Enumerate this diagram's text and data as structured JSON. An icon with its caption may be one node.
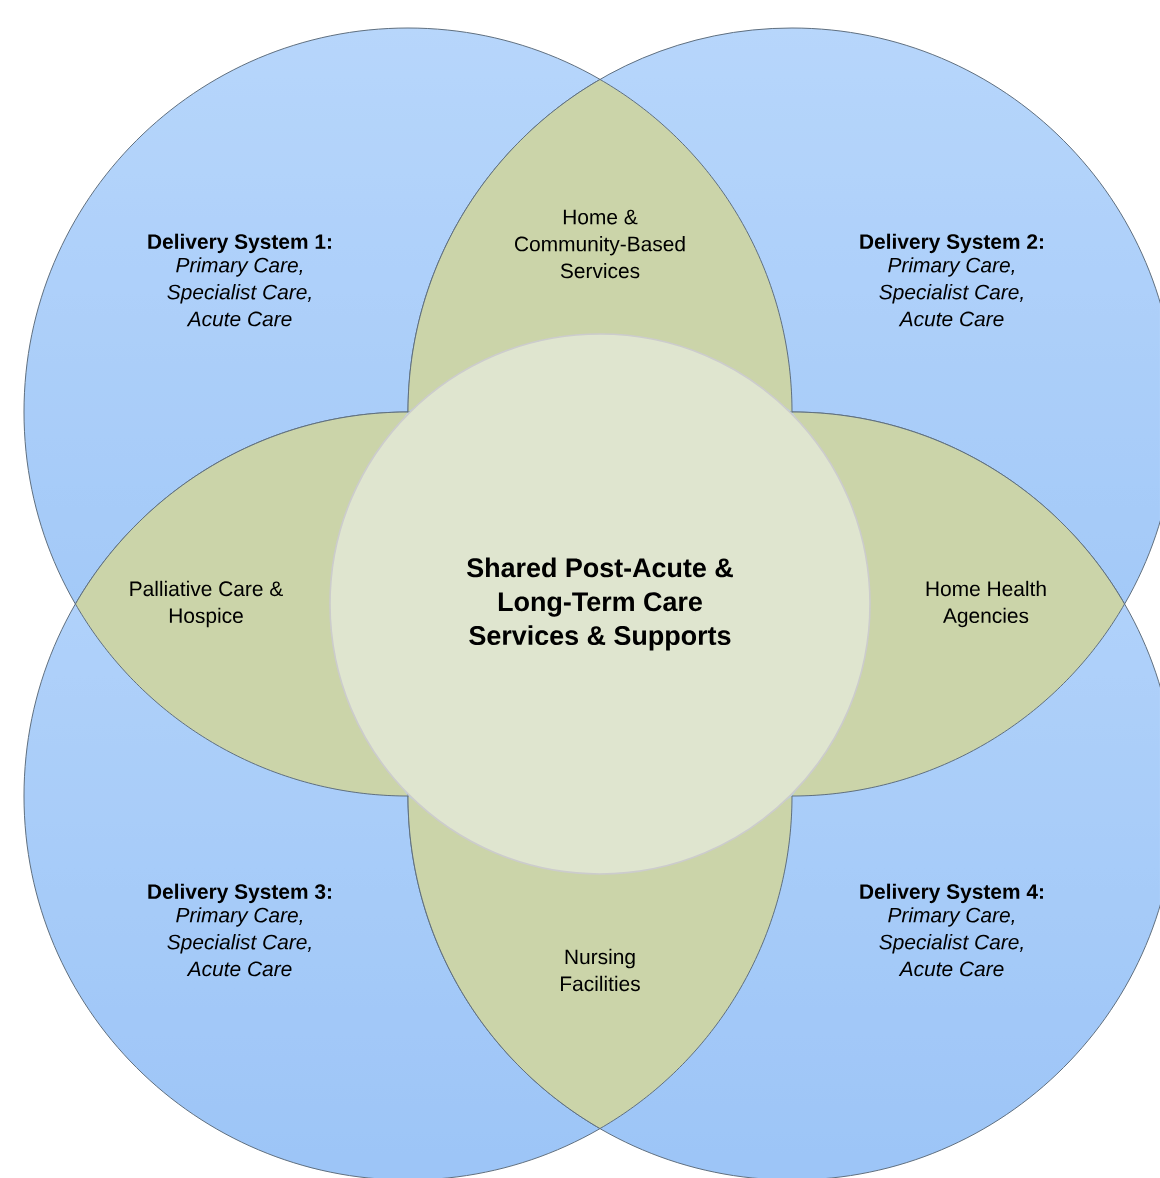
{
  "diagram": {
    "nodes": [
      {
        "text": [
          "Delivery System 1:",
          "Primary Care, Specialist Care, Acute Care"
        ]
      },
      {
        "text": [
          "Home & Community-Based Services"
        ]
      },
      {
        "text": [
          "Delivery System 2:",
          "Primary Care, Specialist Care, Acute Care"
        ]
      },
      {
        "text": [
          "Palliative Care & Hospice"
        ]
      },
      {
        "text": [
          "Shared Post-Acute & Long-Term Care Services & Supports"
        ]
      },
      {
        "text": [
          "Home Health Agencies"
        ]
      },
      {
        "text": [
          "Delivery System 3:",
          "Primary Care, Specialist Care, Acute Care"
        ]
      },
      {
        "text": [
          "Nursing Facilities"
        ]
      },
      {
        "text": [
          "Delivery System 4:",
          "Primary Care, Specialist Care, Acute Care"
        ]
      }
    ]
  }
}
